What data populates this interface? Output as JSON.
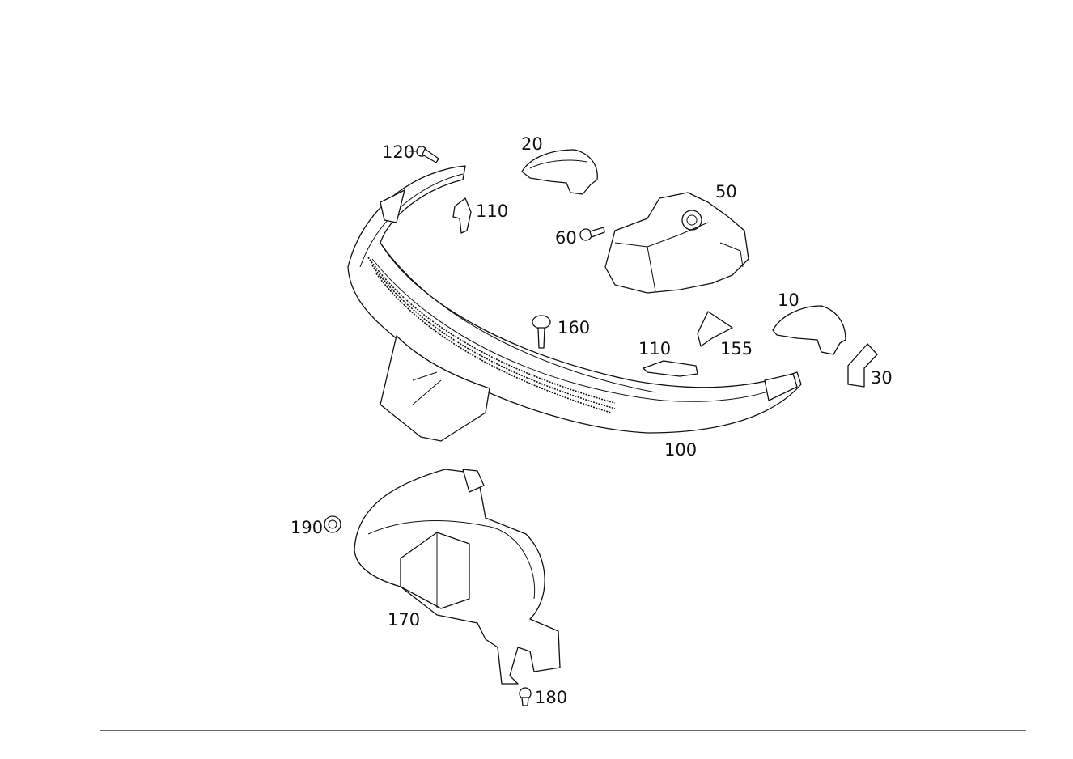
{
  "diagram": {
    "callouts": [
      {
        "id": "c120",
        "text": "120"
      },
      {
        "id": "c20",
        "text": "20"
      },
      {
        "id": "c110a",
        "text": "110"
      },
      {
        "id": "c50",
        "text": "50"
      },
      {
        "id": "c60",
        "text": "60"
      },
      {
        "id": "c160",
        "text": "160"
      },
      {
        "id": "c10",
        "text": "10"
      },
      {
        "id": "c155",
        "text": "155"
      },
      {
        "id": "c110b",
        "text": "110"
      },
      {
        "id": "c30",
        "text": "30"
      },
      {
        "id": "c100",
        "text": "100"
      },
      {
        "id": "c190",
        "text": "190"
      },
      {
        "id": "c170",
        "text": "170"
      },
      {
        "id": "c180",
        "text": "180"
      }
    ]
  }
}
